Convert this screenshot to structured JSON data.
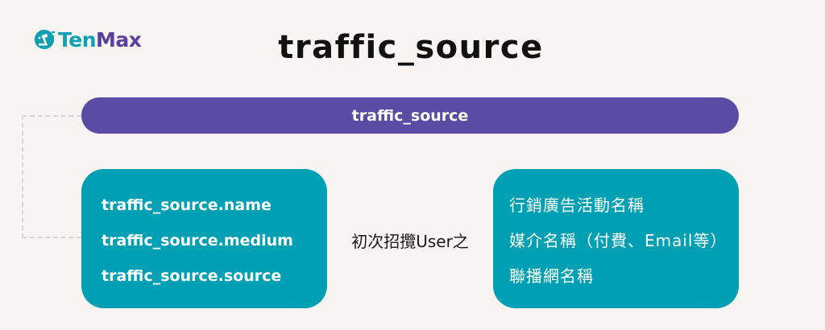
{
  "logo": {
    "part1": "Ten",
    "part2": "Max",
    "icon": "gavel-in-circle-icon"
  },
  "title": "traffic_source",
  "parent_node": {
    "label": "traffic_source",
    "color": "#5a4ba4"
  },
  "left_box": {
    "color": "#00a0b4",
    "items": [
      "traffic_source.name",
      "traffic_source.medium",
      "traffic_source.source"
    ]
  },
  "middle_label": "初次招攬User之",
  "right_box": {
    "color": "#00a0b4",
    "items": [
      "行銷廣告活動名稱",
      "媒介名稱（付費、Email等）",
      "聯播網名稱"
    ]
  },
  "colors": {
    "background": "#f7f4f1",
    "teal": "#00a0b4",
    "purple": "#5a4ba4",
    "logo_teal": "#0fa0b4",
    "logo_purple": "#5a3fa0"
  }
}
